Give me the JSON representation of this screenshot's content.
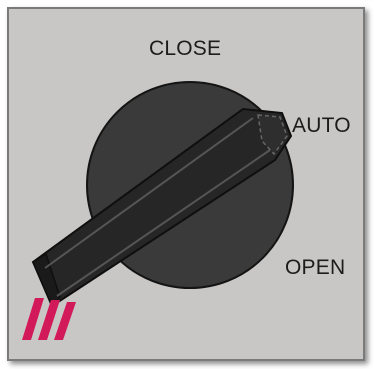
{
  "selector": {
    "positions": [
      {
        "id": "close",
        "label": "CLOSE"
      },
      {
        "id": "auto",
        "label": "AUTO"
      },
      {
        "id": "open",
        "label": "OPEN"
      }
    ],
    "selected": "auto"
  },
  "colors": {
    "panel": "#c9c7c5",
    "knob": "#3a3a3a",
    "lever": "#262626",
    "indicator_stripes": "#d2195a"
  },
  "icons": {
    "knob": "rotary-knob-icon",
    "stripes": "indicator-stripes-icon"
  }
}
